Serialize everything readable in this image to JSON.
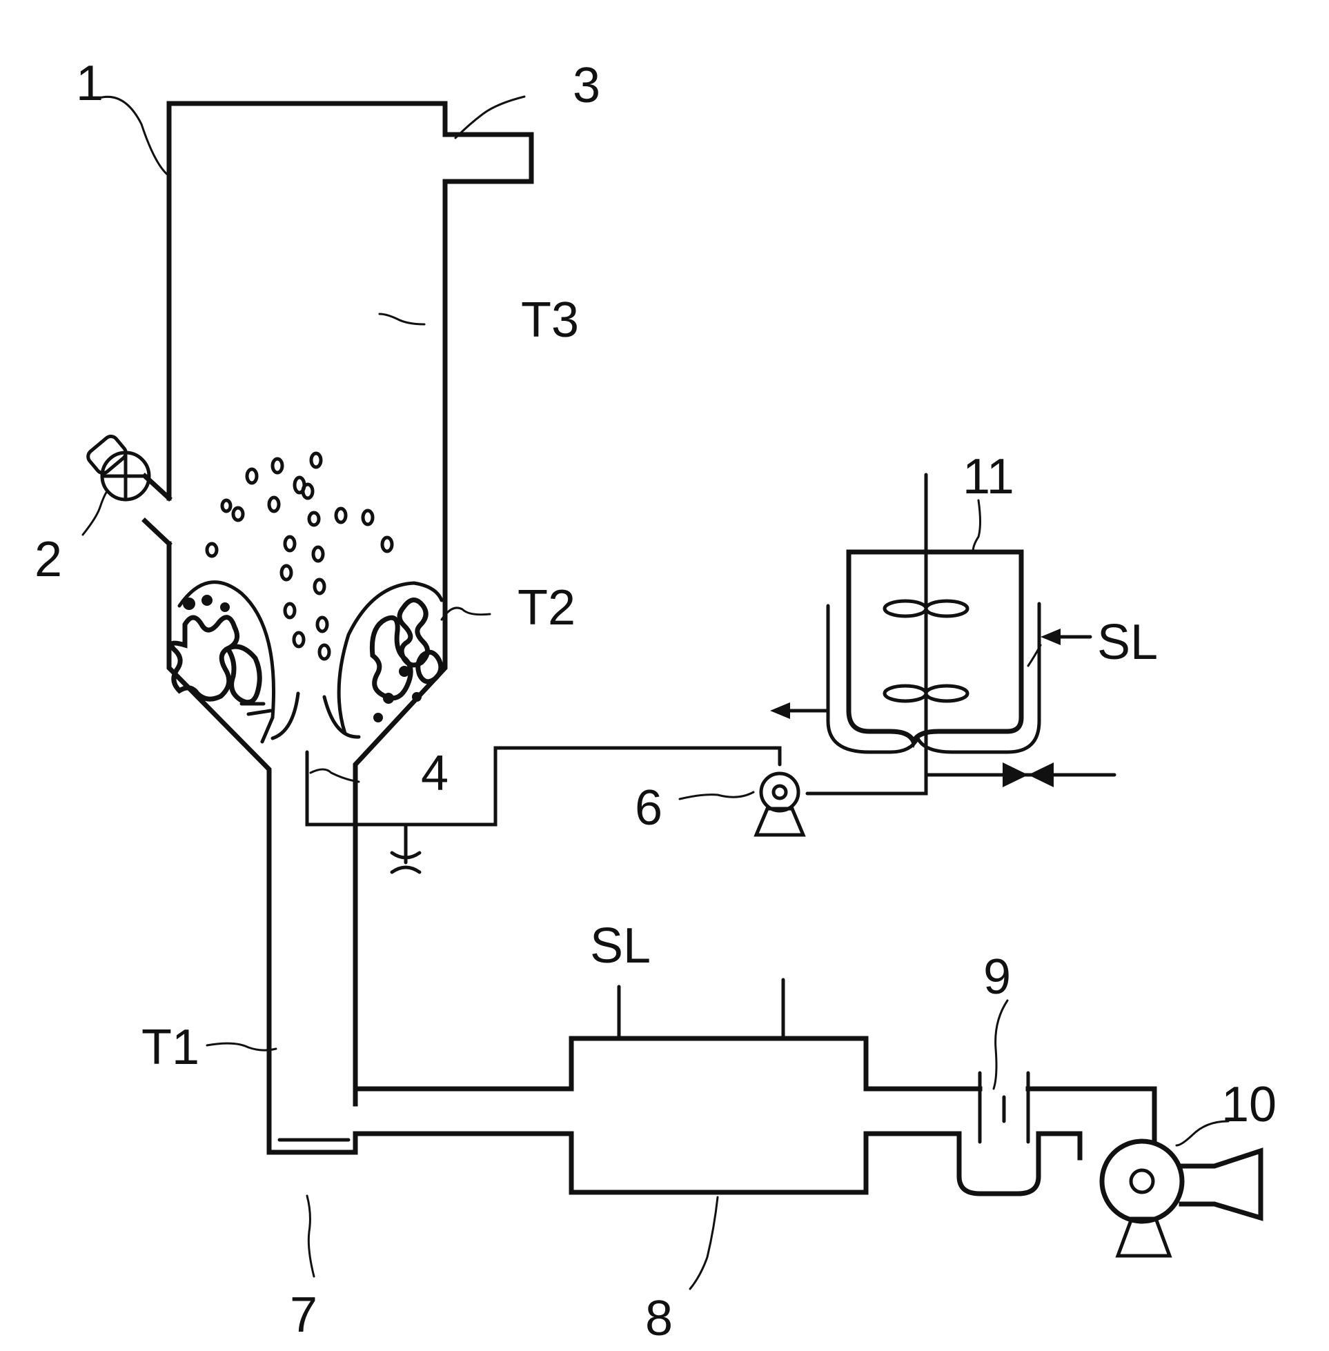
{
  "labels": {
    "reactor": "1",
    "feeder": "2",
    "outlet": "3",
    "overflow": "4",
    "pump_slurry": "6",
    "bottom": "7",
    "heat_exchanger": "8",
    "filter": "9",
    "blower": "10",
    "tank": "11",
    "zone_t1": "T1",
    "zone_t2": "T2",
    "zone_t3": "T3",
    "sl_top": "SL",
    "sl_right": "SL"
  }
}
